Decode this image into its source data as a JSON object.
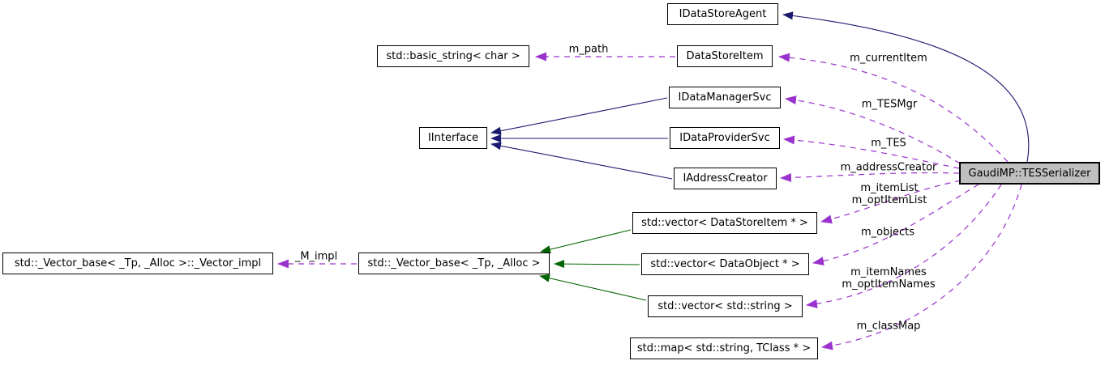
{
  "diagram": {
    "type": "collaboration-graph",
    "focus_node": "GaudiMP::TESSerializer",
    "nodes": {
      "idatastoreagent": "IDataStoreAgent",
      "basic_string": "std::basic_string< char >",
      "datastoreitem": "DataStoreItem",
      "idatamanagersvc": "IDataManagerSvc",
      "iinterface": "IInterface",
      "idataprovidersvc": "IDataProviderSvc",
      "iaddresscreator": "IAddressCreator",
      "tesserializer": "GaudiMP::TESSerializer",
      "vector_datastoreitem": "std::vector< DataStoreItem * >",
      "vector_impl": "std::_Vector_base< _Tp, _Alloc >::_Vector_impl",
      "vector_base": "std::_Vector_base< _Tp, _Alloc >",
      "vector_dataobject": "std::vector< DataObject * >",
      "vector_string": "std::vector< std::string >",
      "map_tclass": "std::map< std::string, TClass * >"
    },
    "edge_labels": {
      "m_path": "m_path",
      "m_currentItem": "m_currentItem",
      "m_TESMgr": "m_TESMgr",
      "m_TES": "m_TES",
      "m_addressCreator": "m_addressCreator",
      "m_itemList": "m_itemList",
      "m_optItemList": "m_optItemList",
      "m_objects": "m_objects",
      "m_itemNames": "m_itemNames",
      "m_optItemNames": "m_optItemNames",
      "m_classMap": "m_classMap",
      "M_impl": "_M_impl"
    },
    "colors": {
      "inheritance_edge": "#191970",
      "template_base_edge": "#006400",
      "usage_edge": "#9a32cd",
      "node_fill": "#ffffff",
      "focus_node_fill": "#bfbfbf",
      "node_border": "#000000"
    }
  }
}
